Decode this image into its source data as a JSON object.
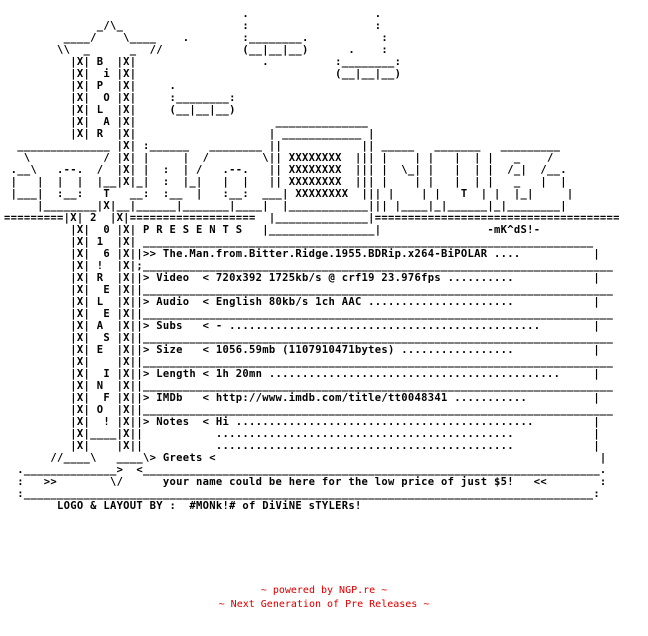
{
  "nfo": {
    "lines": [
      "                                    .                   .",
      "              _/\\_                  :                   :",
      "         ____/    \\____    .        :________.           :",
      "        \\\\  _      _  //            (__|__|__)      .    :",
      "          |X| B  |X|                   .          :________:",
      "          |X|  i |X|                              (__|__|__)",
      "          |X| P  |X|     .            ",
      "          |X|  O |X|     :________:              ",
      "          |X| L  |X|     (__|__|__)      ",
      "          |X|  A |X|                     ______________",
      "          |X| R  |X|                    | ____________ |",
      "  ______________ |X| :______   ________ ||            || _____   _______   _________",
      "   \\           / |X| |     |  /        \\|| XXXXXXXX  ||| |    | |   |  | |   _    /",
      " .__\\   .--.  /  |X| |  :  | /   .--.   || XXXXXXXX  ||| |  \\_| |   |  | |  /_|  /__.",
      " |   |  |  |  |__|X|_|  :  |_|   |  |   || XXXXXXXX  ||| |    | |   |  | |   _   |  |",
      " |___|  :__:   T   __:  :__  |   :__:  ___| XXXXXXXX  ||| |    | |   T  | |  |_|     |",
      "     |________|X|__|______|_______|____|  |____________||| |____|_|______|_|________|",
      "=========|X| 2  |X|===================  |______________|=====================================",
      "          |X|  0 |X| P R E S E N T S   |________________|                -mK^dS!-",
      "          |X| 1  |X| ____________________________________________________________________",
      "          |X|  6 |X||>> The.Man.from.Bitter.Ridge.1955.BDRip.x264-BiPOLAR ....           |",
      "          |X| !  |X|;_______________________________________________________________________",
      "          |X| R  |X||> Video  < 720x392 1725kb/s @ crf19 23.976fps ..........            |",
      "          |X|  E |X||_______________________________________________________________________",
      "          |X| L  |X||> Audio  < English 80kb/s 1ch AAC ......................            |",
      "          |X|  E |X||_______________________________________________________________________",
      "          |X| A  |X||> Subs   < - ...............................................        |",
      "          |X|  S |X||_______________________________________________________________________",
      "          |X| E  |X||> Size   < 1056.59mb (1107910471bytes) .................            |",
      "          |X|    |X||_______________________________________________________________________",
      "          |X|  I |X||> Length < 1h 20mn ............................................     |",
      "          |X| N  |X||_______________________________________________________________________",
      "          |X|  F |X||> IMDb   < http://www.imdb.com/title/tt0048341 ...........          |",
      "          |X| O  |X||_______________________________________________________________________",
      "          |X|  ! |X||> Notes  < Hi .............................................         |",
      "          |X|____|X||           .............................................            |",
      "          |X|    |X||           .............................................            |",
      "       //____\\   ____\\> Greets <                                                          |",
      "  .______________>  <_____________________________________________________________________.",
      "  :   >>        \\/      your name could be here for the low price of just $5!   <<        :",
      "  :______________________________________________________________________________________:",
      "        LOGO & LAYOUT BY :  #MONk!# of DiViNE sTYLERs!"
    ]
  },
  "footer": {
    "powered": "~ powered by NGP.re ~",
    "tagline": "~ Next Generation of Pre Releases ~",
    "color": "#d00000"
  }
}
